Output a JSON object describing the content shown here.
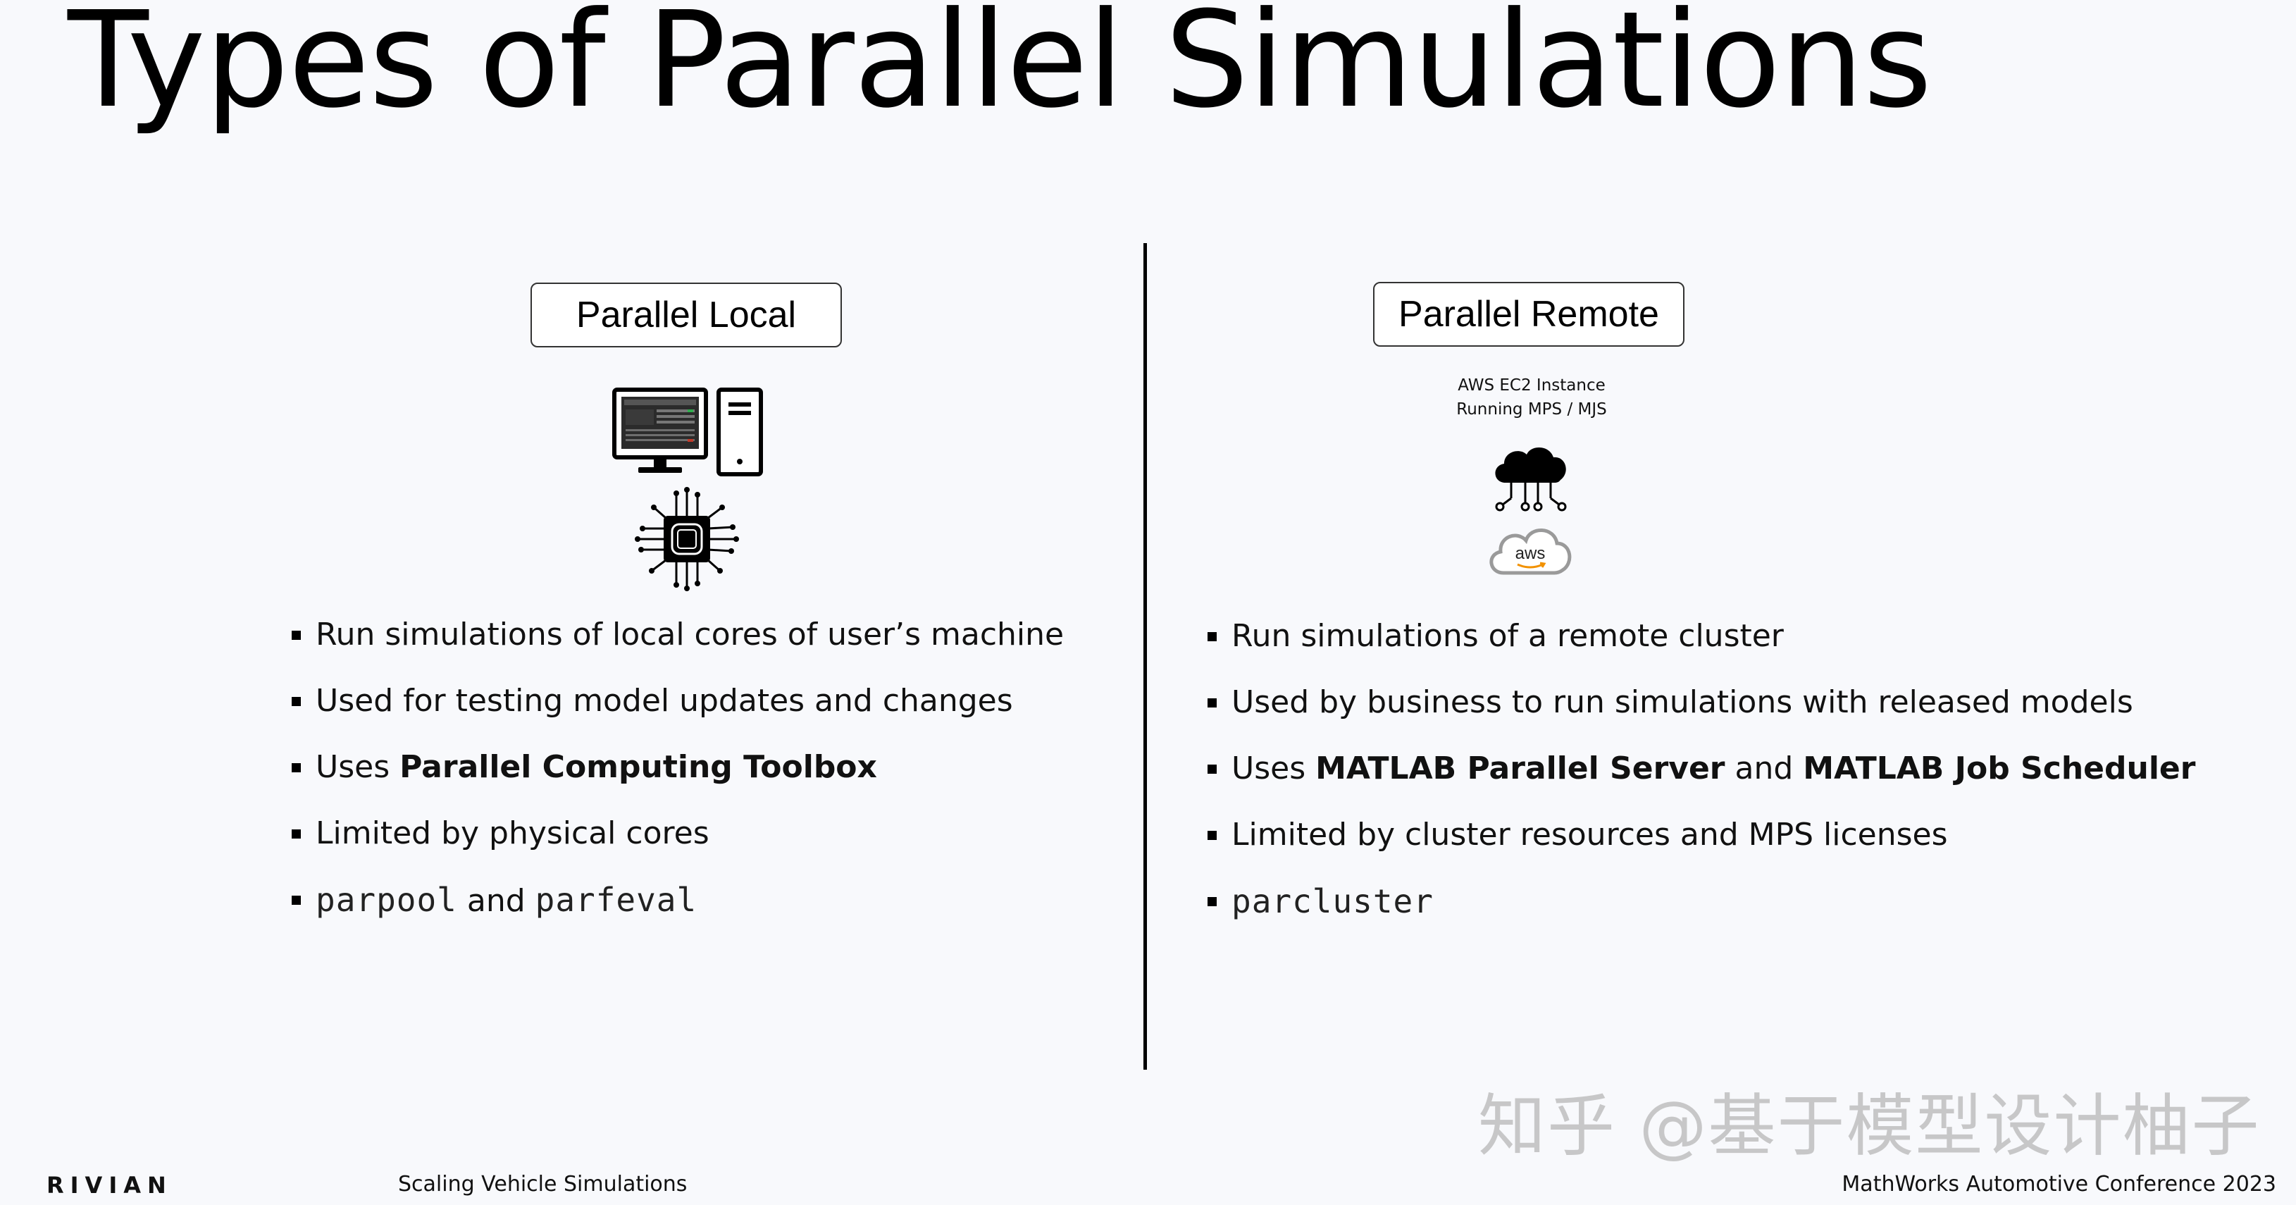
{
  "slide": {
    "title": "Types of Parallel Simulations"
  },
  "local": {
    "heading": "Parallel Local",
    "icons": [
      "desktop-computer-icon",
      "cpu-chip-icon"
    ],
    "bullets": [
      {
        "text": "Run simulations of local cores of user’s machine"
      },
      {
        "text": "Used for testing model updates and changes"
      },
      {
        "prefix": "Uses ",
        "bold": "Parallel Computing Toolbox"
      },
      {
        "text": "Limited by physical cores"
      },
      {
        "code1": "parpool",
        "mid": " and ",
        "code2": "parfeval"
      }
    ]
  },
  "remote": {
    "heading": "Parallel Remote",
    "caption_line1": "AWS EC2 Instance",
    "caption_line2": "Running MPS / MJS",
    "icons": [
      "cloud-network-icon",
      "aws-cloud-icon"
    ],
    "aws_label": "aws",
    "bullets": [
      {
        "text": "Run simulations of a remote cluster"
      },
      {
        "text": "Used by business to run simulations with released models"
      },
      {
        "prefix": "Uses ",
        "bold1": "MATLAB Parallel Server",
        "mid": " and ",
        "bold2": "MATLAB Job Scheduler"
      },
      {
        "text": "Limited by cluster resources and MPS licenses"
      },
      {
        "code1": "parcluster"
      }
    ]
  },
  "footer": {
    "brand": "RIVIAN",
    "presentation": "Scaling Vehicle Simulations",
    "event": "MathWorks Automotive Conference 2023"
  },
  "watermark": "知乎 @基于模型设计柚子",
  "colors": {
    "background": "#f8f9fc",
    "text": "#000000",
    "divider": "#000000",
    "aws_smile": "#f29100"
  }
}
